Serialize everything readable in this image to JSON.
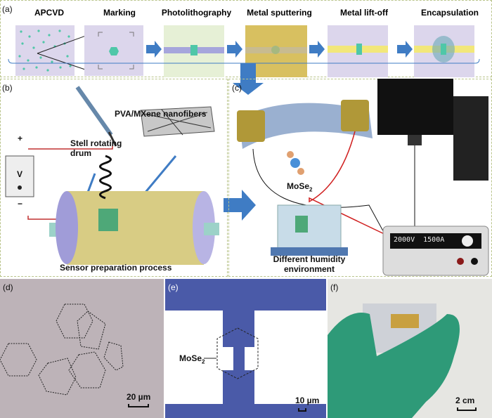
{
  "panel_a": {
    "label": "(a)",
    "steps": [
      "APCVD",
      "Marking",
      "Photolithography",
      "Metal sputtering",
      "Metal lift-off",
      "Encapsulation"
    ]
  },
  "panel_b": {
    "label": "(b)",
    "nanofibers": "PVA/MXene nanofibers",
    "drum": "Stell rotating drum",
    "plus": "+",
    "minus": "−",
    "meter": "V",
    "caption": "Sensor preparation process"
  },
  "panel_c": {
    "label": "(c)",
    "molecule": "MoSe",
    "molecule_sub": "2",
    "chamber": "Different humidity environment",
    "display": "2000V  1500A"
  },
  "panel_d": {
    "label": "(d)",
    "scale": "20 µm"
  },
  "panel_e": {
    "label": "(e)",
    "annotation": "MoSe",
    "annotation_sub": "2",
    "scale": "10 µm"
  },
  "panel_f": {
    "label": "(f)",
    "scale": "2 cm"
  },
  "colors": {
    "arrow": "#3f7cc4",
    "substrate": "#dcd6ec",
    "metal": "#f2e77a",
    "flake": "#4fc7a8",
    "border": "#b9c48a",
    "glove": "#2e9a78",
    "optical_e": "#4a5aa8"
  }
}
